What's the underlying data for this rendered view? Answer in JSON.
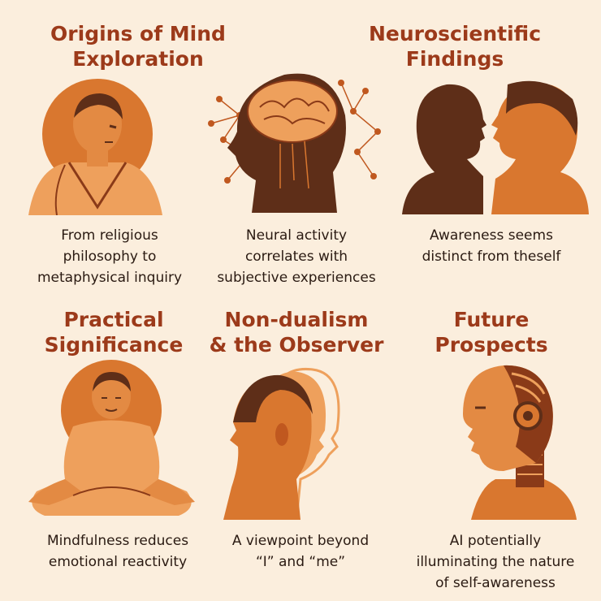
{
  "panels": [
    {
      "title": "Origins of Mind\nExploration",
      "caption": "From religious\nphilosophy to\nmetaphysical inquiry"
    },
    {
      "title": "",
      "caption": "Neural activity\ncorrelates with\nsubjective experiences"
    },
    {
      "title": "Neuroscientific\nFindings",
      "caption": "Awareness seems\ndistinct from theself"
    },
    {
      "title": "Practical\nSignificance",
      "caption": "Mindfulness reduces\nemotional reactivity"
    },
    {
      "title": "Non-dualism\n& the Observer",
      "caption": "A viewpoint beyond\n“I” and “me”"
    },
    {
      "title": "Future\nProspects",
      "caption": "AI potentially\nilluminating the nature\nof self-awareness"
    }
  ],
  "colors": {
    "background": "#fbeedd",
    "title": "#9c3a1a",
    "caption": "#2a1a12",
    "dark_brown": "#5e2e18",
    "orange": "#d9772f",
    "light_orange": "#eea05c"
  }
}
